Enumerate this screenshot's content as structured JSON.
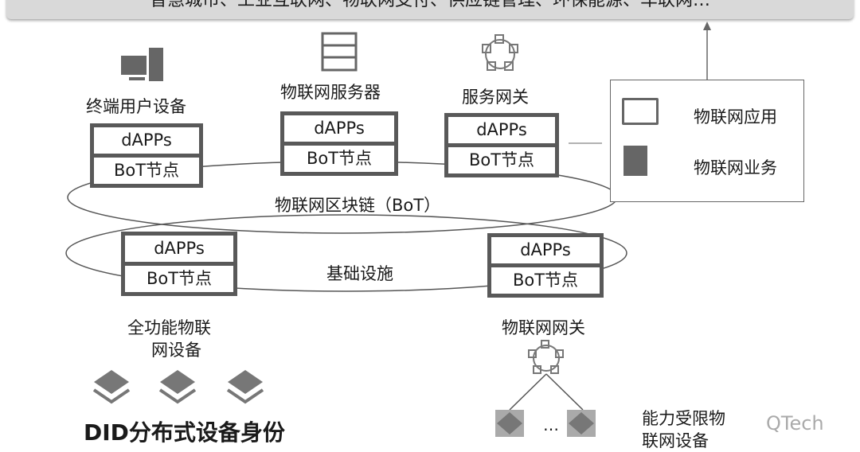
{
  "banner": {
    "text": "智慧城市、工业互联网、物联网支付、供应链管理、环保能源、车联网…"
  },
  "node_rows": {
    "dapps": "dAPPs",
    "bot": "BoT节点"
  },
  "labels": {
    "terminal": "终端用户设备",
    "server": "物联网服务器",
    "gateway": "服务网关",
    "bot_chain": "物联网区块链（BoT）",
    "infra": "基础设施",
    "full_device_1": "全功能物联",
    "full_device_2": "网设备",
    "iot_gateway": "物联网网关",
    "did": "DID分布式设备身份",
    "limited": "能力受限物联网设备",
    "dots": "…"
  },
  "panel": {
    "app": "物联网应用",
    "business": "物联网业务"
  },
  "watermark": "QTech"
}
